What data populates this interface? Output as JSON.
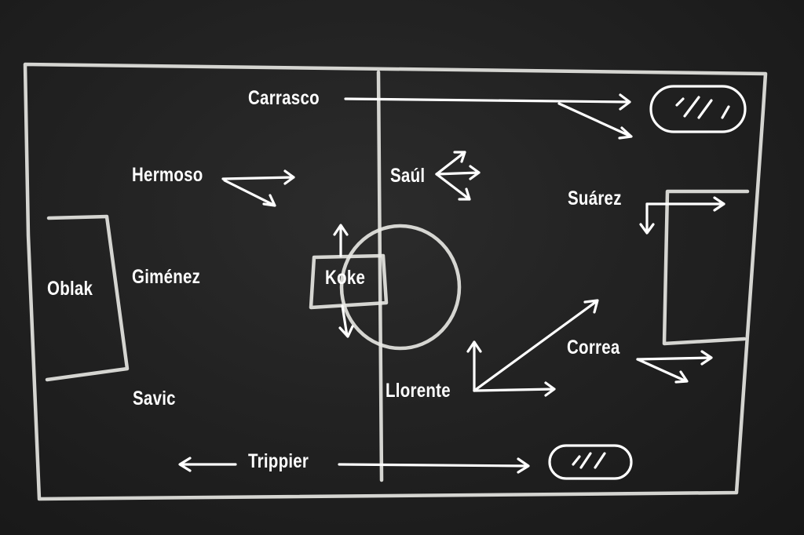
{
  "players": {
    "carrasco": "Carrasco",
    "hermoso": "Hermoso",
    "saul": "Saúl",
    "suarez": "Suárez",
    "oblak": "Oblak",
    "gimenez": "Giménez",
    "koke": "Koke",
    "correa": "Correa",
    "savic": "Savic",
    "llorente": "Llorente",
    "trippier": "Trippier"
  },
  "colors": {
    "board": "#222222",
    "chalk": "#e9e9e4"
  }
}
